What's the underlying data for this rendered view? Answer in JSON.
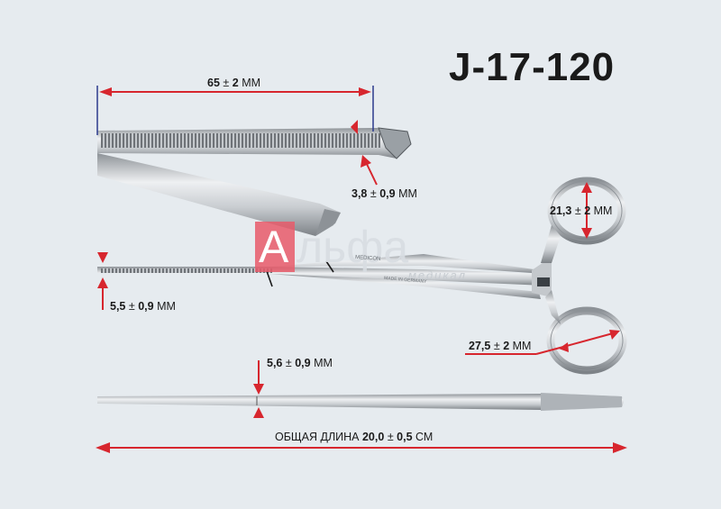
{
  "product_code": "J-17-120",
  "dimensions": {
    "jaw_length": {
      "value": "65",
      "tol": "2",
      "unit": "ММ"
    },
    "tip_width": {
      "value": "3,8",
      "tol": "0,9",
      "unit": "ММ"
    },
    "ring_height": {
      "value": "21,3",
      "tol": "2",
      "unit": "ММ"
    },
    "jaw_opening": {
      "value": "5,5",
      "tol": "0,9",
      "unit": "ММ"
    },
    "ring_width": {
      "value": "27,5",
      "tol": "2",
      "unit": "ММ"
    },
    "thickness": {
      "value": "5,6",
      "tol": "0,9",
      "unit": "ММ"
    },
    "overall": {
      "prefix": "ОБЩАЯ ДЛИНА",
      "value": "20,0",
      "tol": "0,5",
      "unit": "СМ"
    }
  },
  "plusminus": "±",
  "engravings": {
    "brand": "MEDICON",
    "made_in": "MADE IN GERMANY"
  },
  "logo": {
    "first_letter": "А",
    "rest": "льфа",
    "subtitle": "медикал"
  },
  "colors": {
    "accent": "#d7262e",
    "steel": "#b9bec3",
    "background": "#e6ebef"
  }
}
